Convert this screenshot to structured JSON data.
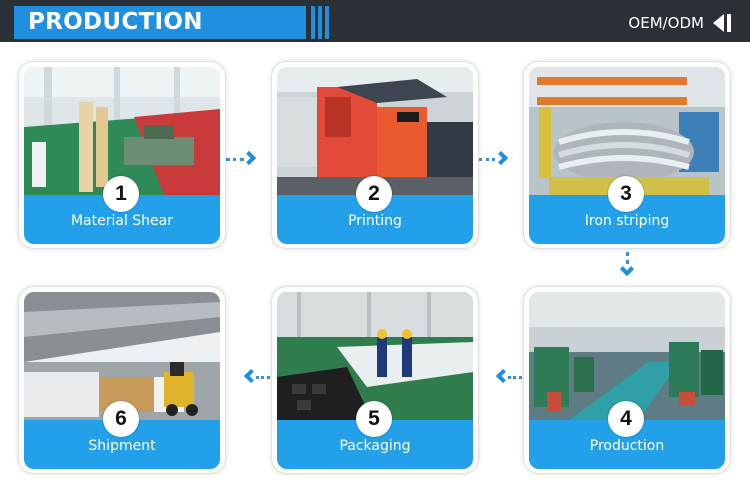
{
  "header": {
    "title": "PRODUCTION PROCESS",
    "right_label": "OEM/ODM",
    "accent_color": "#1f8fe0",
    "bar_color": "#2b2f36"
  },
  "steps": [
    {
      "number": "1",
      "label": "Material Shear"
    },
    {
      "number": "2",
      "label": "Printing"
    },
    {
      "number": "3",
      "label": "Iron striping"
    },
    {
      "number": "4",
      "label": "Production"
    },
    {
      "number": "5",
      "label": "Packaging"
    },
    {
      "number": "6",
      "label": "Shipment"
    }
  ],
  "band_color": "#22a1ea",
  "icons": [
    "chevron-right-icon",
    "chevron-down-icon",
    "chevron-left-icon",
    "play-left-icon"
  ]
}
